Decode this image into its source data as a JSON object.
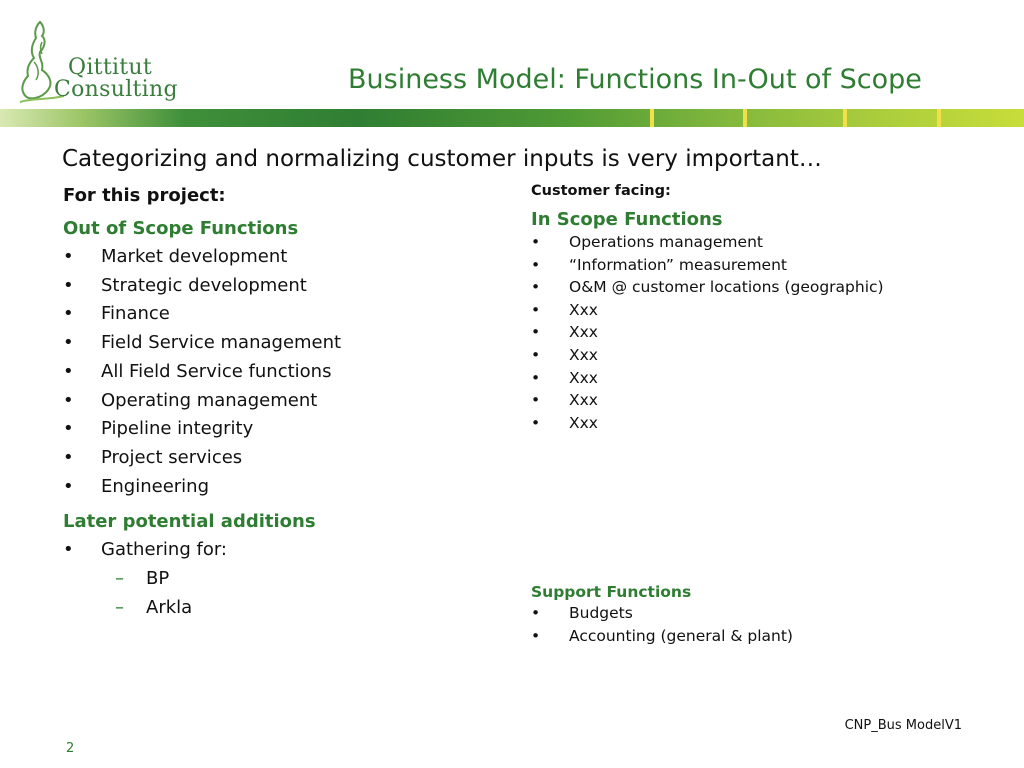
{
  "logo": {
    "line1": "Qittitut",
    "line2": "Consulting"
  },
  "slide": {
    "title": "Business Model: Functions In-Out of Scope",
    "subtitle": "Categorizing and normalizing customer inputs is very important…"
  },
  "left": {
    "heading": "For this project:",
    "out_of_scope": {
      "heading": "Out of Scope Functions",
      "items": [
        "Market development",
        "Strategic development",
        "Finance",
        "Field Service management",
        "All Field Service functions",
        "Operating management",
        "Pipeline integrity",
        "Project services",
        "Engineering"
      ]
    },
    "later": {
      "heading": "Later potential additions",
      "item": "Gathering for:",
      "subitems": [
        "BP",
        "Arkla"
      ]
    }
  },
  "right": {
    "heading": "Customer facing:",
    "in_scope": {
      "heading": "In Scope Functions",
      "items": [
        "Operations management",
        "“Information” measurement",
        "O&M @ customer locations (geographic)",
        "Xxx",
        "Xxx",
        "Xxx",
        "Xxx",
        "Xxx",
        "Xxx"
      ]
    },
    "support": {
      "heading": "Support Functions",
      "items": [
        "Budgets",
        "Accounting (general & plant)"
      ]
    }
  },
  "footer": {
    "code": "CNP_Bus ModelV1",
    "page": "2"
  },
  "colors": {
    "accent_green": "#2e7d32",
    "band_yellow": "#f2e04a"
  },
  "bullet": "•",
  "dash": "–"
}
